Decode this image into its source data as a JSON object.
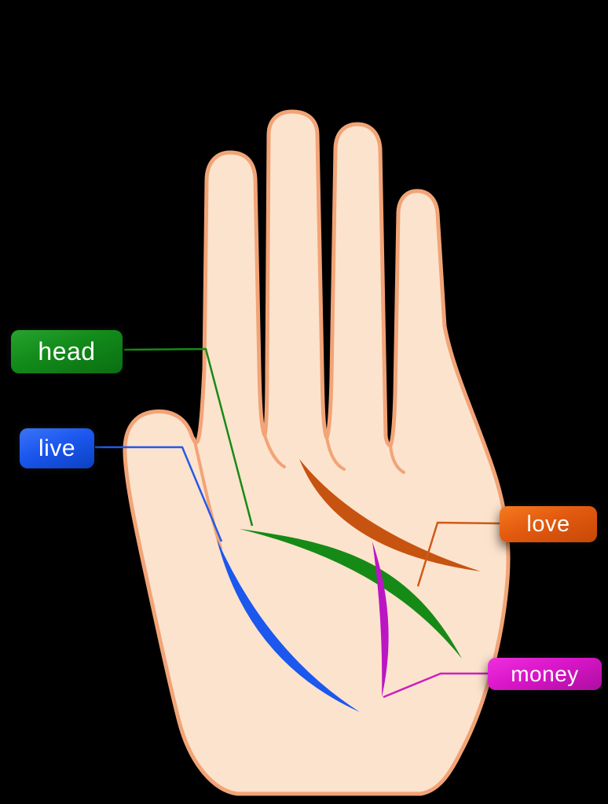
{
  "page": {
    "background_color": "#000000"
  },
  "diagram": {
    "subject": "palmistry hand diagram",
    "hand": {
      "skin_color": "#fce3cd",
      "outline_color": "#f2a477"
    },
    "labels": [
      {
        "text": "head",
        "color_from": "#27a32e",
        "color_to": "#0b6e12",
        "text_color": "#ffffff"
      },
      {
        "text": "live",
        "color_from": "#3a74f7",
        "color_to": "#0a41c2",
        "text_color": "#ffffff"
      },
      {
        "text": "love",
        "color_from": "#f57a1e",
        "color_to": "#c64806",
        "text_color": "#ffffff"
      },
      {
        "text": "money",
        "color_from": "#ee2fdd",
        "color_to": "#ad0ea0",
        "text_color": "#ffffff"
      }
    ],
    "palm_lines": [
      {
        "name": "head-line",
        "color": "#168a16"
      },
      {
        "name": "life-line",
        "color": "#1c57ee"
      },
      {
        "name": "heart-line",
        "color": "#c75310"
      },
      {
        "name": "money-line",
        "color": "#bb16c4"
      }
    ],
    "leaders": [
      {
        "for": "head",
        "color": "#168a16"
      },
      {
        "for": "live",
        "color": "#2459e8"
      },
      {
        "for": "love",
        "color": "#cf5a18"
      },
      {
        "for": "money",
        "color": "#cc1fbf"
      }
    ]
  }
}
